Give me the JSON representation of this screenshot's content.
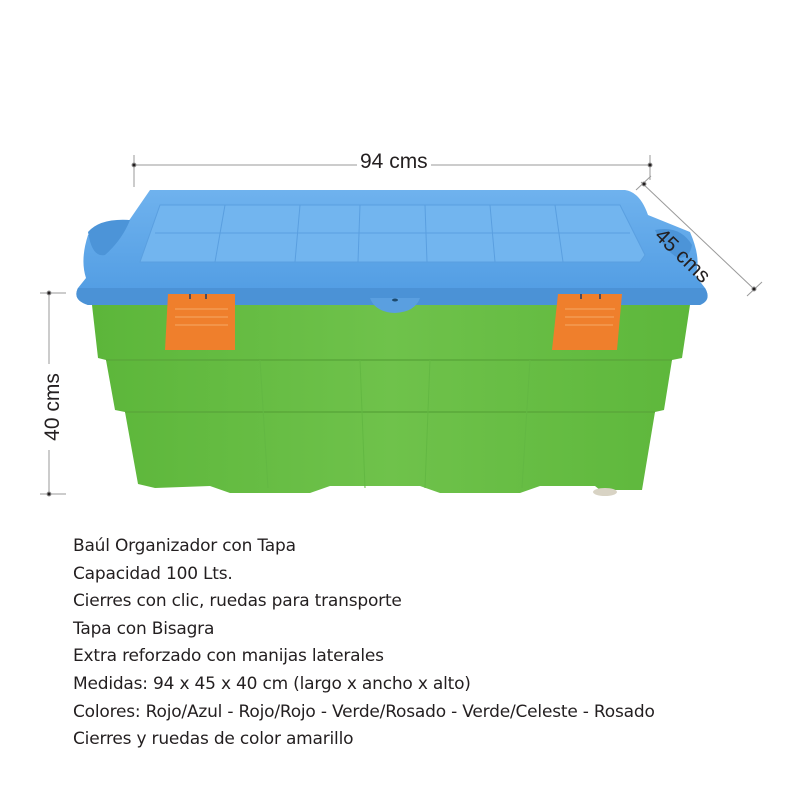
{
  "product": {
    "name": "Baúl Organizador con Tapa",
    "colors_shown": {
      "lid": "#5ba4e6",
      "body": "#6cc04a",
      "latches": "#ef7f2c"
    }
  },
  "dimensions": {
    "width_label": "94 cms",
    "depth_label": "45 cms",
    "height_label": "40 cms"
  },
  "specs": [
    "Baúl Organizador con Tapa",
    "Capacidad 100 Lts.",
    "Cierres con clic, ruedas para transporte",
    "Tapa con Bisagra",
    "Extra reforzado con manijas laterales",
    "Medidas: 94 x 45 x 40 cm (largo x ancho x alto)",
    "Colores: Rojo/Azul - Rojo/Rojo - Verde/Rosado - Verde/Celeste - Rosado",
    "Cierres y ruedas de color amarillo"
  ]
}
